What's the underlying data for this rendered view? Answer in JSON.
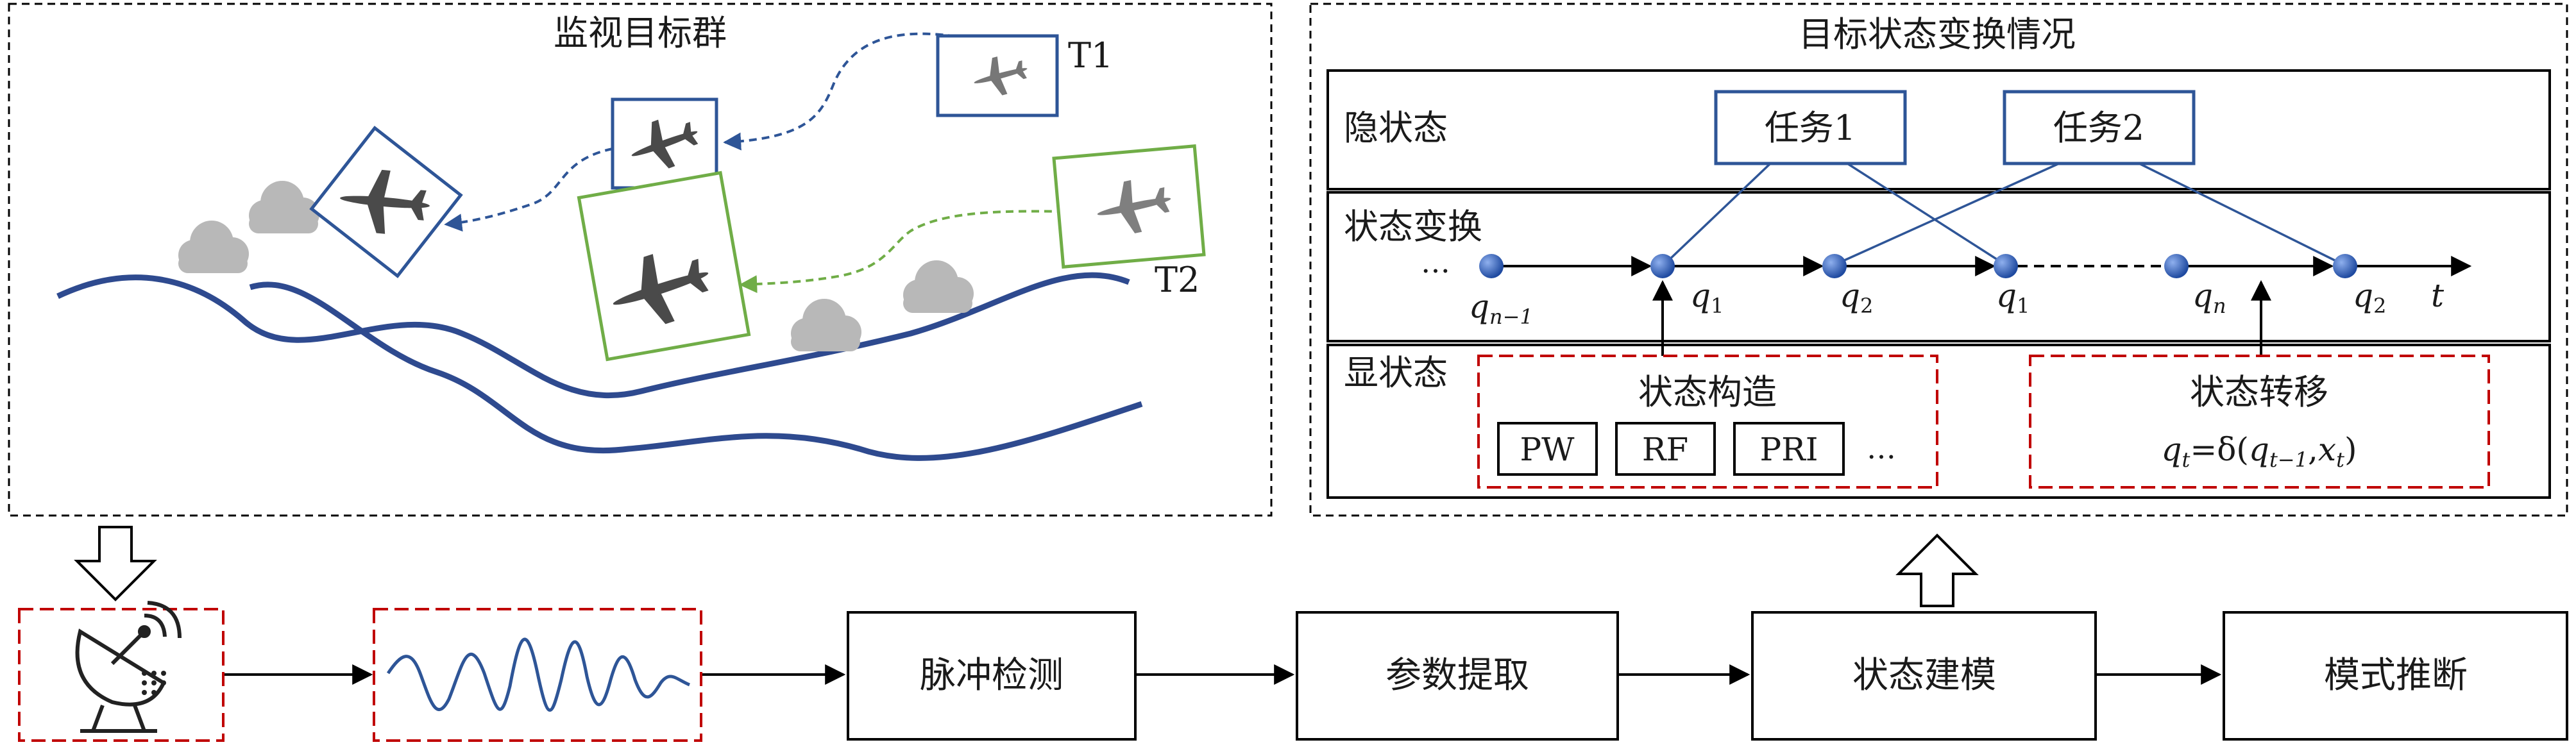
{
  "left_panel": {
    "title": "监视目标群",
    "target1_label": "T1",
    "target2_label": "T2"
  },
  "right_panel": {
    "title": "目标状态变换情况",
    "hidden_row_label": "隐状态",
    "transition_row_label": "状态变换",
    "observed_row_label": "显状态",
    "task1": "任务1",
    "task2": "任务2",
    "ellipsis": "…",
    "nodes": {
      "n0": {
        "base": "q",
        "sub": "n−1"
      },
      "n1": {
        "base": "q",
        "sub": "1"
      },
      "n2": {
        "base": "q",
        "sub": "2"
      },
      "n3": {
        "base": "q",
        "sub": "1"
      },
      "n4": {
        "base": "q",
        "sub": "n"
      },
      "n5": {
        "base": "q",
        "sub": "2"
      }
    },
    "time_label": "t",
    "state_construct": {
      "title": "状态构造",
      "params": [
        "PW",
        "RF",
        "PRI"
      ],
      "ellipsis": "…"
    },
    "state_transfer": {
      "title": "状态转移",
      "f_q": "q",
      "f_t": "t",
      "f_eq": "=δ(",
      "f_q2": "q",
      "f_t1": "t−1",
      "f_comma": ",",
      "f_x": "x",
      "f_t2": "t",
      "f_close": ")"
    }
  },
  "pipeline": {
    "steps": [
      "脉冲检测",
      "参数提取",
      "状态建模",
      "模式推断"
    ]
  },
  "colors": {
    "blue_box": "#2e5597",
    "green_box": "#70ad47",
    "red_dash": "#c00000",
    "node": "#2f5fb3",
    "river": "#2e4a8f",
    "cloud": "#b8b8b8",
    "plane": "#4a4a4a"
  },
  "icons": [
    "radar-dish-icon",
    "waveform-icon",
    "airplane-icon",
    "cloud-icon"
  ]
}
